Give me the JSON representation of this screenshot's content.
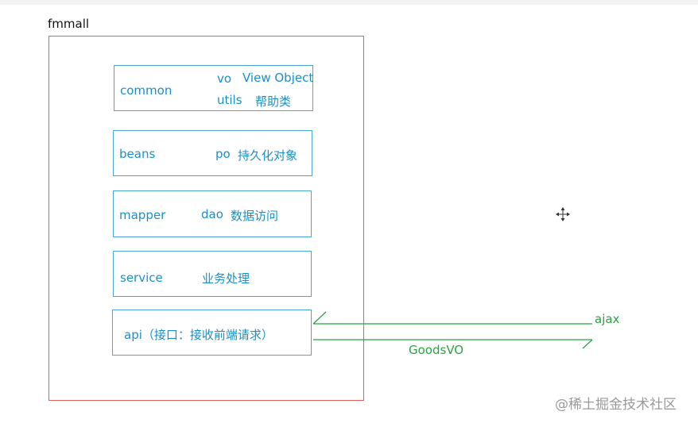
{
  "diagram": {
    "title": "fmmall",
    "layers": {
      "common": {
        "name": "common",
        "items": [
          {
            "key": "vo",
            "desc": "View Object"
          },
          {
            "key": "utils",
            "desc": "帮助类"
          }
        ]
      },
      "beans": {
        "name": "beans",
        "items": [
          {
            "key": "po",
            "desc": "持久化对象"
          }
        ]
      },
      "mapper": {
        "name": "mapper",
        "items": [
          {
            "key": "dao",
            "desc": "数据访问"
          }
        ]
      },
      "service": {
        "name": "service",
        "desc": "业务处理"
      },
      "api": {
        "label": "api（接口：接收前端请求）"
      }
    },
    "flows": {
      "request_label": "ajax",
      "response_label": "GoodsVO"
    },
    "watermark": "@稀土掘金技术社区"
  },
  "colors": {
    "outer_frame": "#e06060",
    "layer_border": "#4aa6d2",
    "layer_text": "#1890c8",
    "flow": "#27a33f"
  },
  "icons": {
    "cursor": "crosshair-move-icon"
  }
}
